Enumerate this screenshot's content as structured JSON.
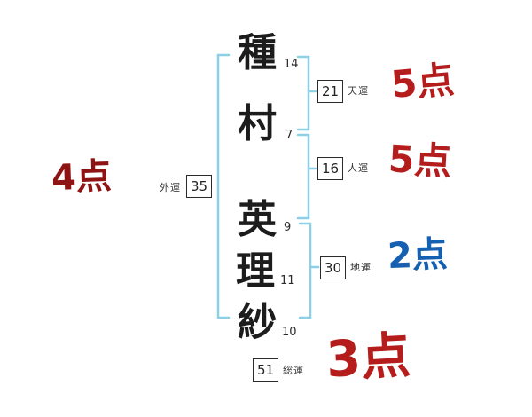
{
  "title": "name-fortune-diagram",
  "name": {
    "chars": [
      {
        "char": "種",
        "strokes": "14"
      },
      {
        "char": "村",
        "strokes": "7"
      },
      {
        "char": "英",
        "strokes": "9"
      },
      {
        "char": "理",
        "strokes": "11"
      },
      {
        "char": "紗",
        "strokes": "10"
      }
    ]
  },
  "fortunes": {
    "gaiun": {
      "label": "外運",
      "value": "35",
      "score": "4点"
    },
    "tenun": {
      "label": "天運",
      "value": "21",
      "score": "5点"
    },
    "jinun": {
      "label": "人運",
      "value": "16",
      "score": "5点"
    },
    "chiun": {
      "label": "地運",
      "value": "30",
      "score": "2点"
    },
    "souun": {
      "label": "総運",
      "value": "51",
      "score": "3点"
    }
  },
  "colors": {
    "score_red": "#b51d1d",
    "score_dark_red": "#8e1414",
    "score_blue": "#1560b0",
    "bracket_blue": "#8ecfe8",
    "box_border": "#2a2a2a"
  }
}
